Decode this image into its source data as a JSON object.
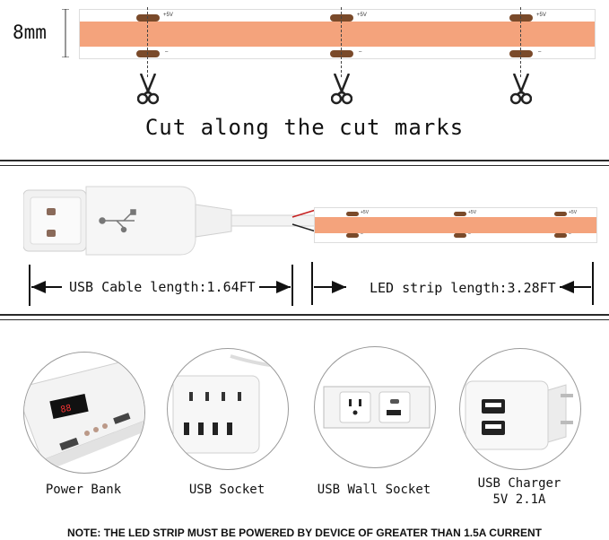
{
  "strip_width": "8mm",
  "cut_marks": [
    {
      "positive": "+5V",
      "negative": "–"
    },
    {
      "positive": "+5V",
      "negative": "–"
    },
    {
      "positive": "+5V",
      "negative": "–"
    }
  ],
  "cut_instruction": "Cut along the cut marks",
  "usb_cable_length": "USB Cable length:1.64FT",
  "led_strip_length": "LED strip length:3.28FT",
  "small_strip_marks": [
    {
      "positive": "+5V",
      "negative": "–"
    },
    {
      "positive": "+5V",
      "negative": "–"
    },
    {
      "positive": "+5V",
      "negative": "–"
    }
  ],
  "power_sources": [
    {
      "label": "Power Bank",
      "icon": "power-bank-icon"
    },
    {
      "label": "USB Socket",
      "icon": "usb-socket-icon"
    },
    {
      "label": "USB Wall Socket",
      "icon": "usb-wall-socket-icon"
    },
    {
      "label": "USB Charger",
      "label2": "5V 2.1A",
      "icon": "usb-charger-icon"
    }
  ],
  "note": "NOTE: THE LED STRIP MUST BE POWERED BY DEVICE OF GREATER THAN 1.5A CURRENT",
  "colors": {
    "strip": "#f5a37a",
    "pad": "#7a4a2a",
    "line": "#2a2a2a"
  }
}
